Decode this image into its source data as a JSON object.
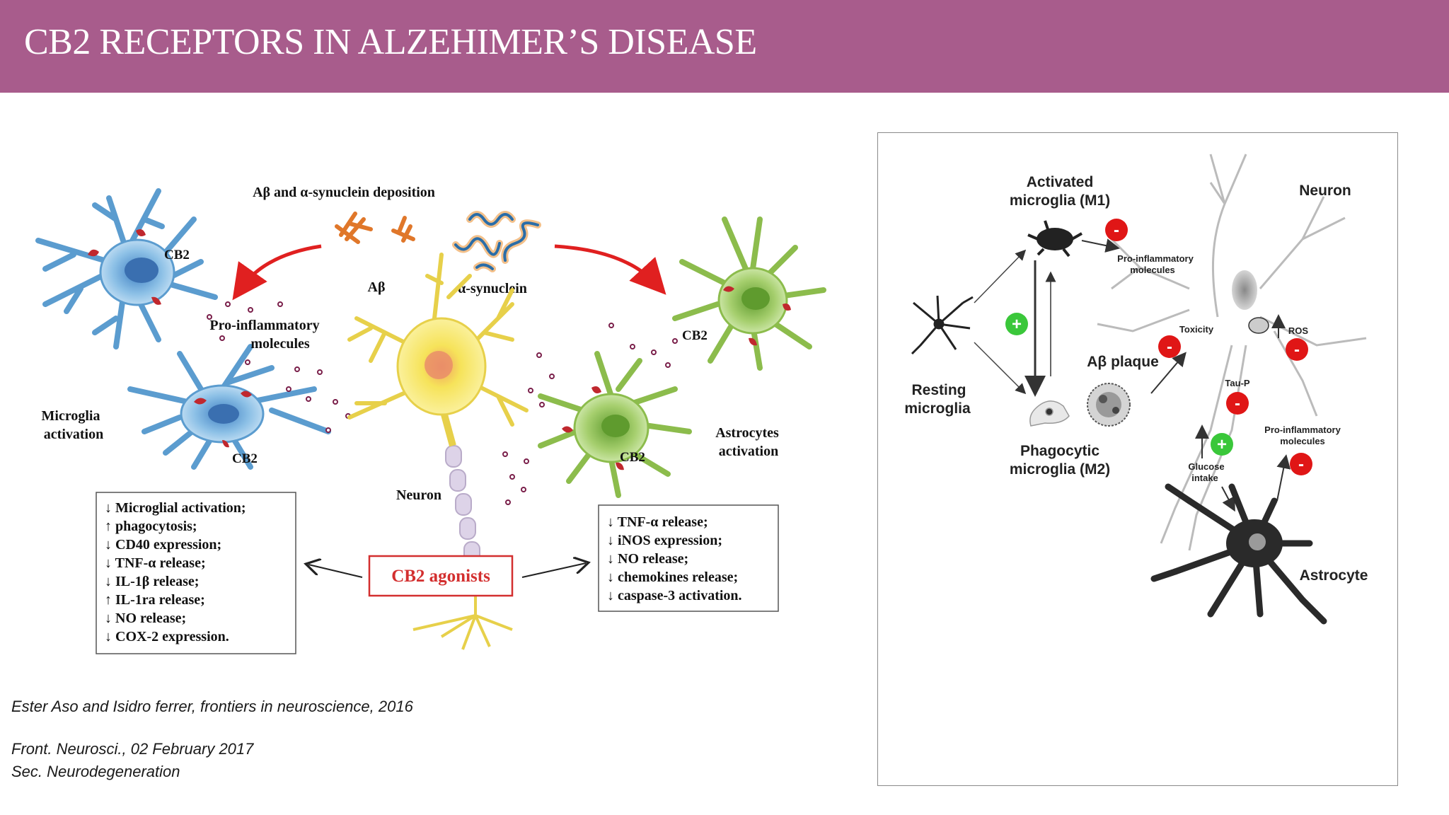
{
  "header": {
    "title": "CB2 RECEPTORS IN ALZEHIMER’S DISEASE",
    "background_color": "#a85c8c"
  },
  "left_figure": {
    "deposition_label": "Aβ and α-synuclein deposition",
    "abeta_label": "Aβ",
    "synuclein_label": "α-synuclein",
    "cb2_label": "CB2",
    "pro_inflammatory_label_line1": "Pro-inflammatory",
    "pro_inflammatory_label_line2": "molecules",
    "microglia_activation_line1": "Microglia",
    "microglia_activation_line2": "activation",
    "astrocytes_activation_line1": "Astrocytes",
    "astrocytes_activation_line2": "activation",
    "neuron_label": "Neuron",
    "agonists_label": "CB2 agonists",
    "microglia_effects": [
      "↓ Microglial activation;",
      "↑ phagocytosis;",
      "↓ CD40 expression;",
      "↓ TNF-α release;",
      "↓ IL-1β release;",
      "↑ IL-1ra release;",
      "↓ NO release;",
      "↓ COX-2 expression."
    ],
    "astrocyte_effects": [
      "↓ TNF-α release;",
      "↓ iNOS expression;",
      "↓ NO release;",
      "↓ chemokines release;",
      "↓ caspase-3 activation."
    ],
    "colors": {
      "microglia": "#7fb4dc",
      "astrocyte": "#a6cf6e",
      "neuron": "#f2e25c",
      "cb2": "#c0282e",
      "arrow_red": "#e02020"
    }
  },
  "right_figure": {
    "activated_microglia_line1": "Activated",
    "activated_microglia_line2": "microglia (M1)",
    "neuron_label": "Neuron",
    "pro_inflammatory_top_line1": "Pro-inflammatory",
    "pro_inflammatory_top_line2": "molecules",
    "resting_microglia_line1": "Resting",
    "resting_microglia_line2": "microglia",
    "abeta_plaque_label": "Aβ plaque",
    "toxicity_label": "Toxicity",
    "ros_label": "ROS",
    "taup_label": "Tau-P",
    "pro_inflammatory_bottom_line1": "Pro-inflammatory",
    "pro_inflammatory_bottom_line2": "molecules",
    "phagocytic_microglia_line1": "Phagocytic",
    "phagocytic_microglia_line2": "microglia (M2)",
    "glucose_intake_line1": "Glucose",
    "glucose_intake_line2": "intake",
    "astrocyte_label": "Astrocyte",
    "plus_symbol": "+",
    "minus_symbol": "-"
  },
  "captions": {
    "citation_1": "Ester Aso and Isidro ferrer, frontiers in neuroscience, 2016",
    "citation_2": "Front. Neurosci., 02 February 2017",
    "citation_3": "Sec. Neurodegeneration"
  }
}
